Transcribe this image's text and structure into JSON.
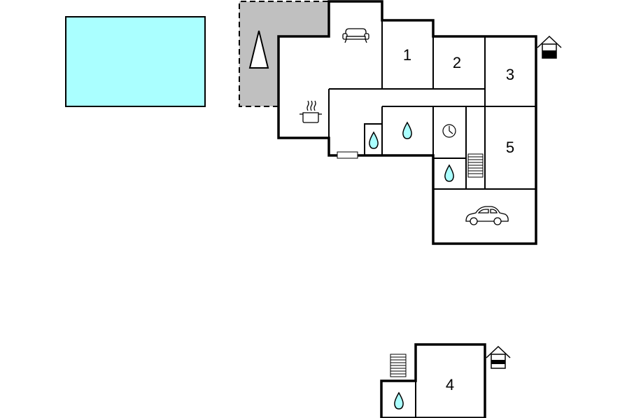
{
  "floorplan": {
    "ground_floor": {
      "rooms": [
        {
          "label": "1"
        },
        {
          "label": "2"
        },
        {
          "label": "3"
        },
        {
          "label": "5"
        }
      ],
      "icons": [
        "sofa-icon",
        "pot-icon",
        "water-drop-icon",
        "water-drop-icon",
        "water-drop-icon",
        "clock-icon",
        "stairs-icon",
        "car-icon",
        "entrance-icon",
        "tree-icon"
      ]
    },
    "upper_floor": {
      "rooms": [
        {
          "label": "4"
        }
      ],
      "icons": [
        "stairs-icon",
        "water-drop-icon",
        "entrance-icon"
      ]
    },
    "colors": {
      "pool": "#aaffff",
      "terrace": "#c0c0c0",
      "water_drop": "#aaffff",
      "wall": "#000000"
    }
  }
}
